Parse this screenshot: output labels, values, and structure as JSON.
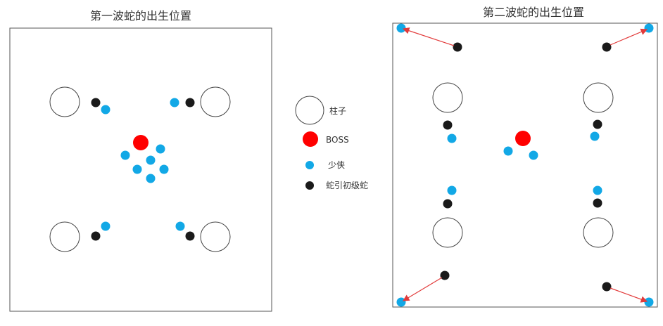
{
  "titles": {
    "wave1": "第一波蛇的出生位置",
    "wave2": "第二波蛇的出生位置"
  },
  "legend": {
    "pillar": "柱子",
    "boss": "BOSS",
    "hero": "少侠",
    "snake": "蛇引初级蛇"
  },
  "colors": {
    "boss": "#ff0000",
    "hero": "#12a8e6",
    "snake": "#1a1a1a",
    "arrow": "#e23b3b"
  }
}
